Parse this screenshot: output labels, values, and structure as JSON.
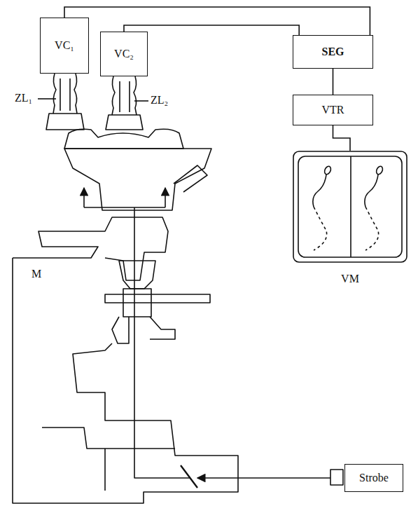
{
  "diagram": {
    "nodes": [
      {
        "text": [
          "VC₁"
        ]
      },
      {
        "text": [
          "VC₂"
        ]
      },
      {
        "text": [
          "SEG"
        ]
      },
      {
        "text": [
          "VTR"
        ]
      },
      {
        "text": [
          "VM"
        ]
      },
      {
        "text": [
          "Strobe"
        ]
      }
    ],
    "edges": [
      {
        "from": 0,
        "to": 2,
        "arrow": "none"
      },
      {
        "from": 1,
        "to": 2,
        "arrow": "none"
      },
      {
        "from": 2,
        "to": 3,
        "arrow": "none"
      },
      {
        "from": 3,
        "to": 4,
        "arrow": "none"
      }
    ],
    "labels": [
      "ZL₁",
      "ZL₂",
      "M"
    ]
  }
}
